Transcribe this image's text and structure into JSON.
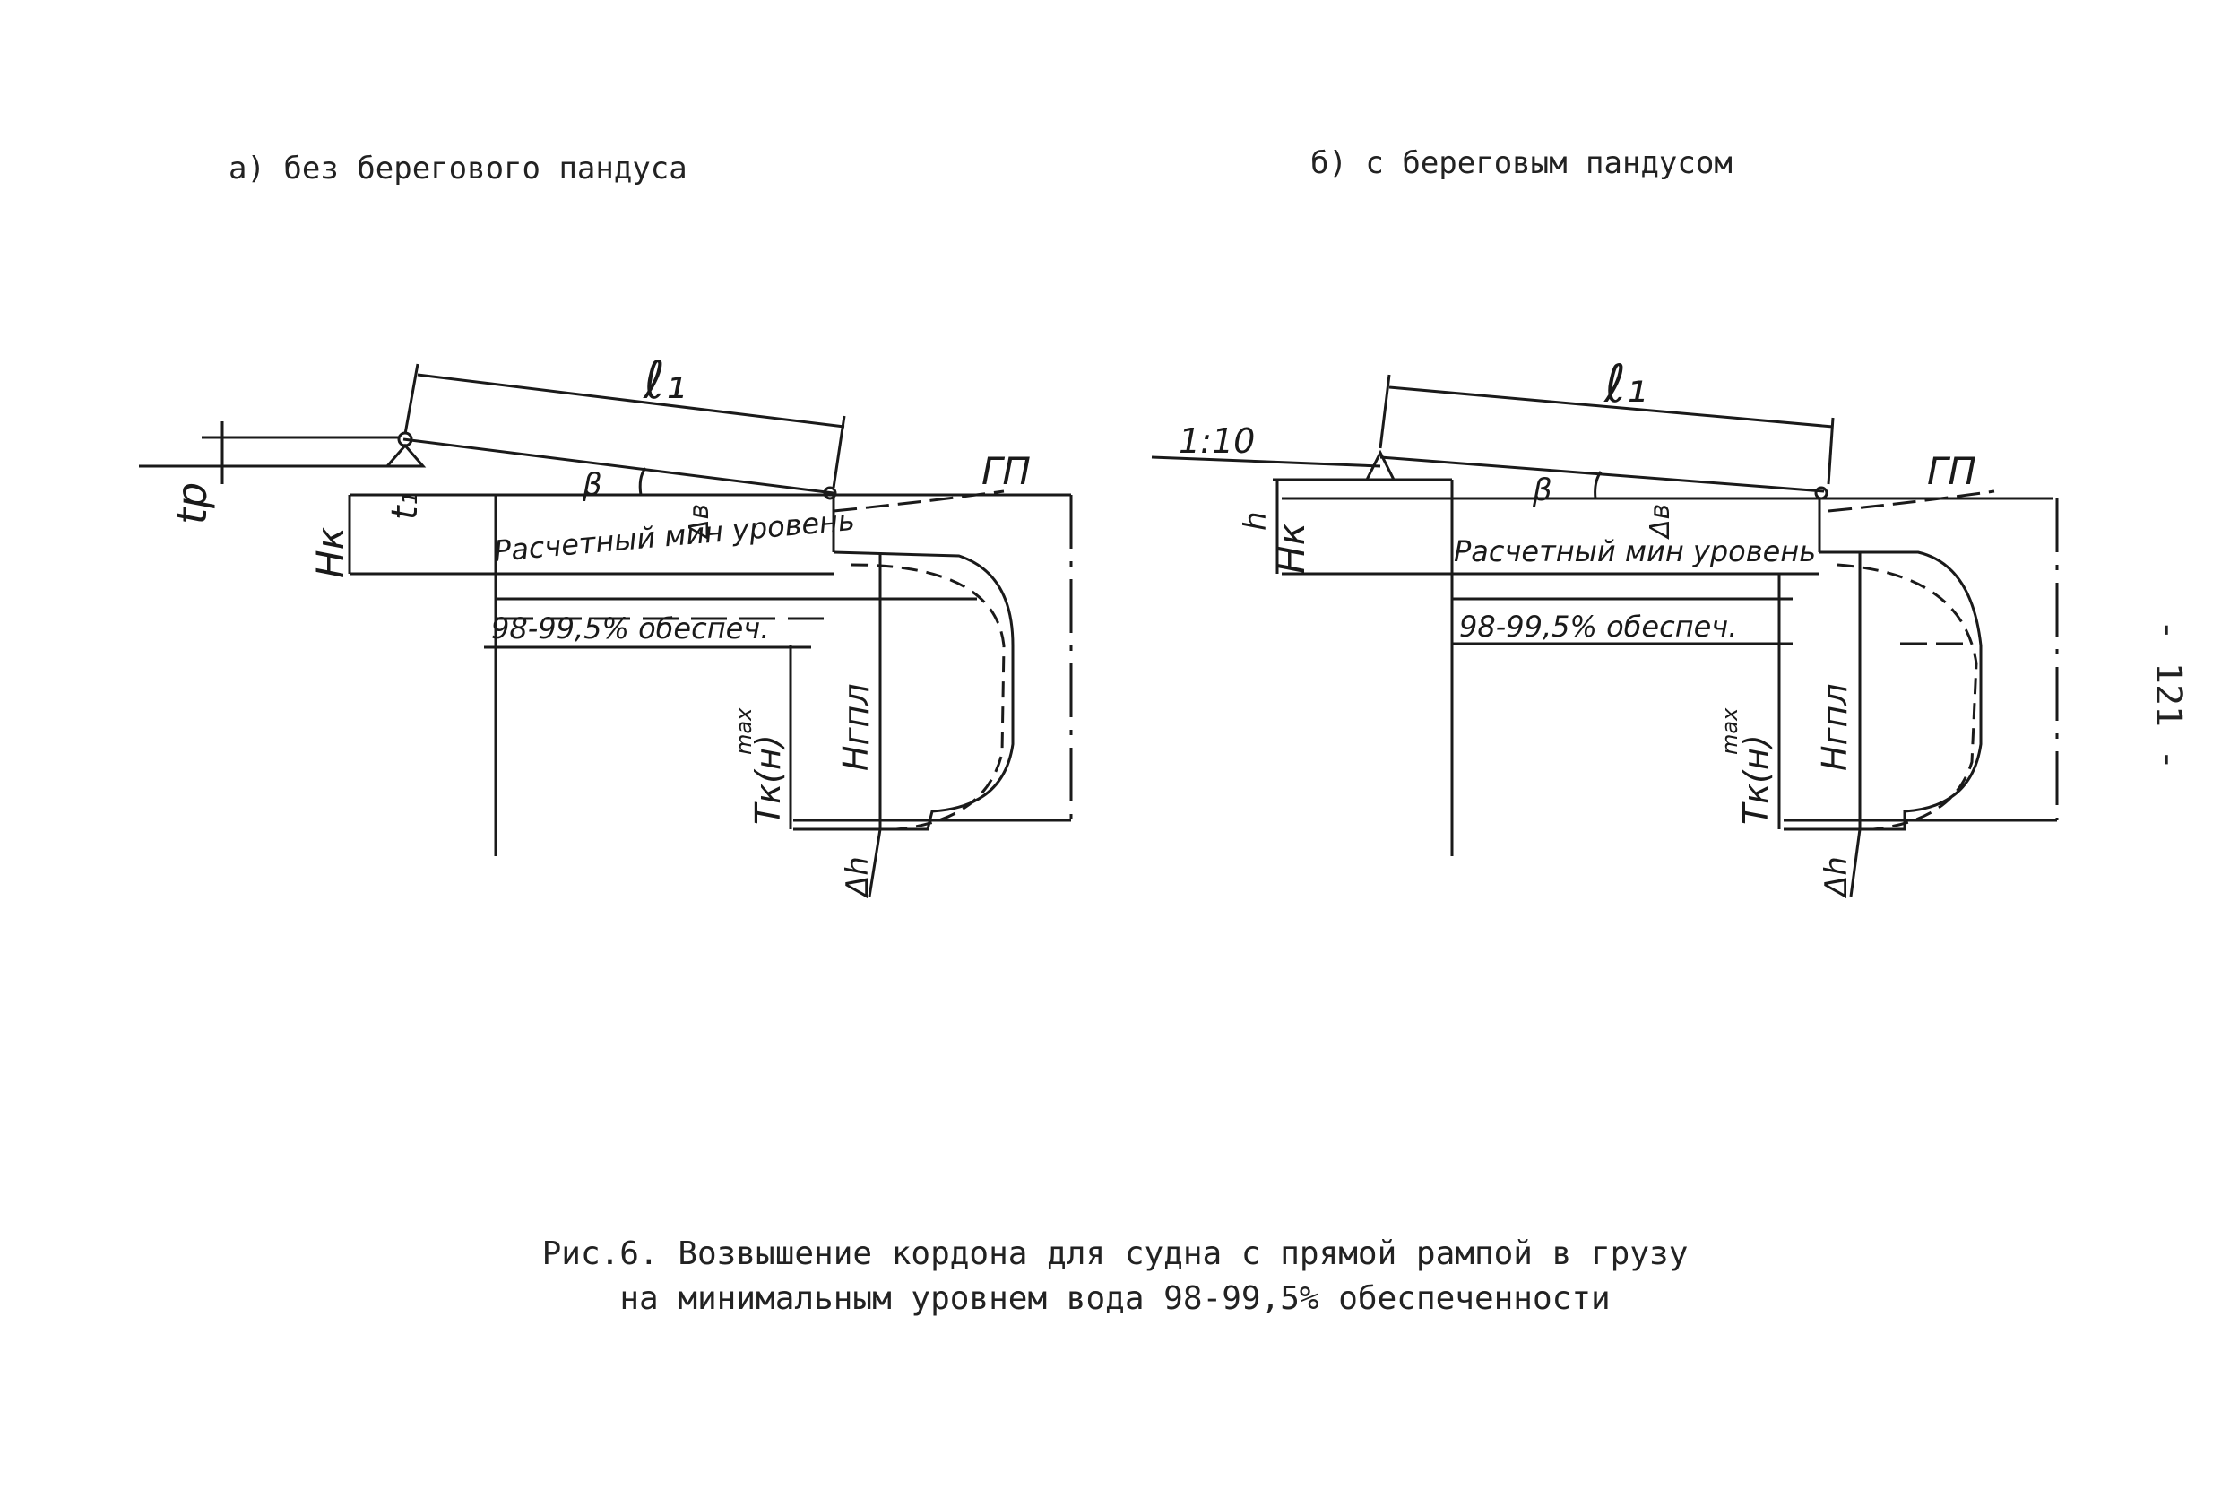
{
  "captions": {
    "left": "а) без берегового пандуса",
    "right": "б) с береговым пандусом"
  },
  "figure": {
    "line1": "Рис.6. Возвышение кордона для судна с прямой рампой в грузу",
    "line2": "на минимальным уровнем вода 98-99,5% обеспеченности"
  },
  "page_number": "- 121 -",
  "left_diagram": {
    "l1": "ℓ₁",
    "beta": "β",
    "gp": "ГП",
    "tp": "tр",
    "hk": "Нк",
    "t1": "t₁",
    "delta_b": "Δв",
    "level_text": "Расчетный мин уровень",
    "provision_text": "98-99,5% обеспеч.",
    "tk": "Тк(н)",
    "tk_sup": "max",
    "hgpl": "Нгпл",
    "delta_h": "Δh"
  },
  "right_diagram": {
    "l1": "ℓ₁",
    "slope": "1:10",
    "beta": "β",
    "gp": "ГП",
    "h": "h",
    "hk": "Нк",
    "delta_b": "Δв",
    "level_text": "Расчетный мин уровень",
    "provision_text": "98-99,5% обеспеч.",
    "tk": "Тк(н)",
    "tk_sup": "max",
    "hgpl": "Нгпл",
    "delta_h": "Δh"
  }
}
